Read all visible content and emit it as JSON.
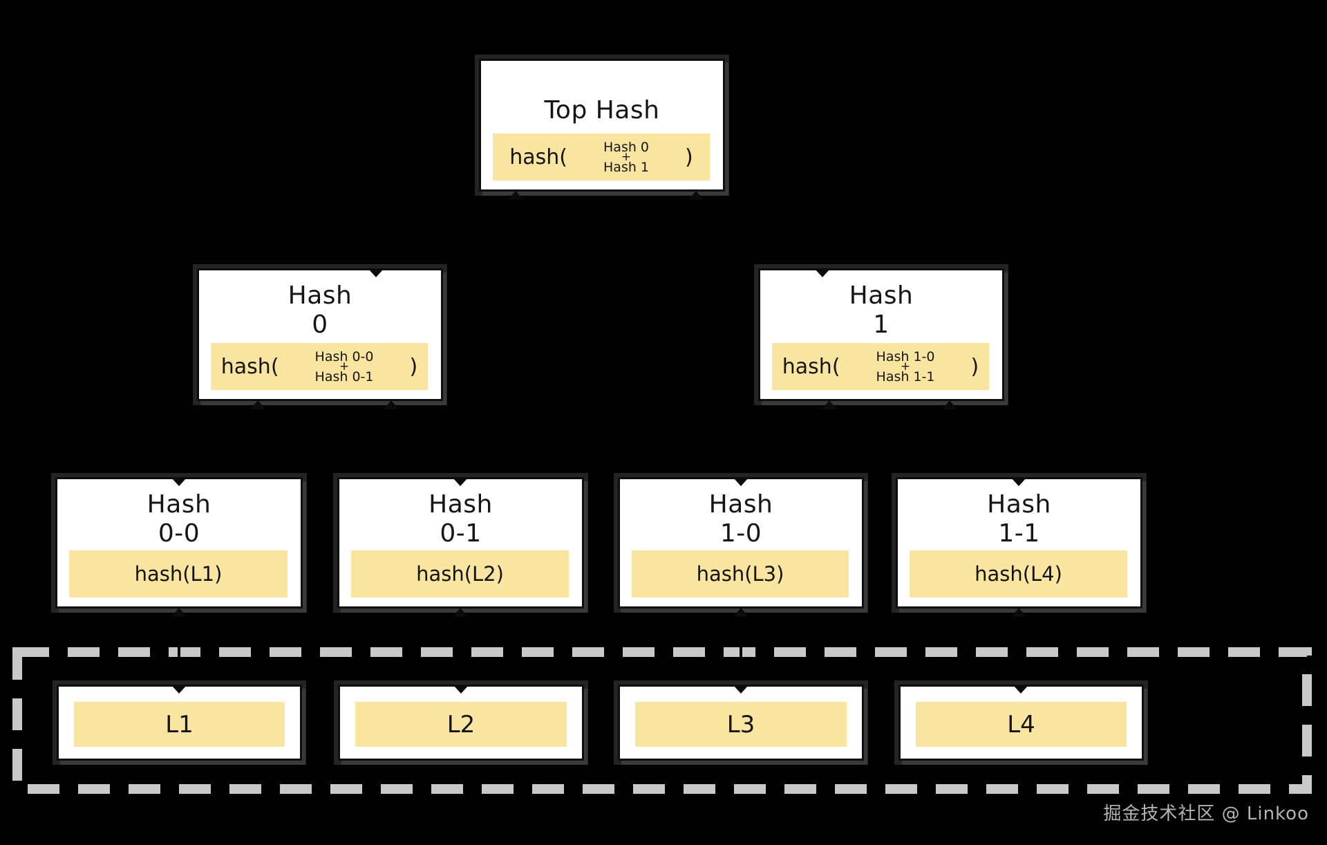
{
  "colors": {
    "background": "#000000",
    "node_fill": "#ffffff",
    "node_border": "#0d0d0d",
    "highlight_fill": "#FAE5A0",
    "container_dash": "#c9c9c9",
    "watermark_text": "#b5b5b5"
  },
  "watermark": {
    "text": "掘金技术社区 @ Linkoo"
  },
  "nodes": {
    "top": {
      "title": "Top Hash",
      "formula": {
        "prefix": "hash(",
        "operand_a": "Hash 0",
        "operator": "+",
        "operand_b": "Hash 1",
        "suffix": ")"
      }
    },
    "level1": [
      {
        "title_line1": "Hash",
        "title_line2": "0",
        "formula": {
          "prefix": "hash(",
          "operand_a": "Hash 0-0",
          "operator": "+",
          "operand_b": "Hash 0-1",
          "suffix": ")"
        }
      },
      {
        "title_line1": "Hash",
        "title_line2": "1",
        "formula": {
          "prefix": "hash(",
          "operand_a": "Hash 1-0",
          "operator": "+",
          "operand_b": "Hash 1-1",
          "suffix": ")"
        }
      }
    ],
    "level2": [
      {
        "title_line1": "Hash",
        "title_line2": "0-0",
        "formula": "hash(L1)"
      },
      {
        "title_line1": "Hash",
        "title_line2": "0-1",
        "formula": "hash(L2)"
      },
      {
        "title_line1": "Hash",
        "title_line2": "1-0",
        "formula": "hash(L3)"
      },
      {
        "title_line1": "Hash",
        "title_line2": "1-1",
        "formula": "hash(L4)"
      }
    ],
    "leaves": [
      {
        "label": "L1"
      },
      {
        "label": "L2"
      },
      {
        "label": "L3"
      },
      {
        "label": "L4"
      }
    ]
  }
}
